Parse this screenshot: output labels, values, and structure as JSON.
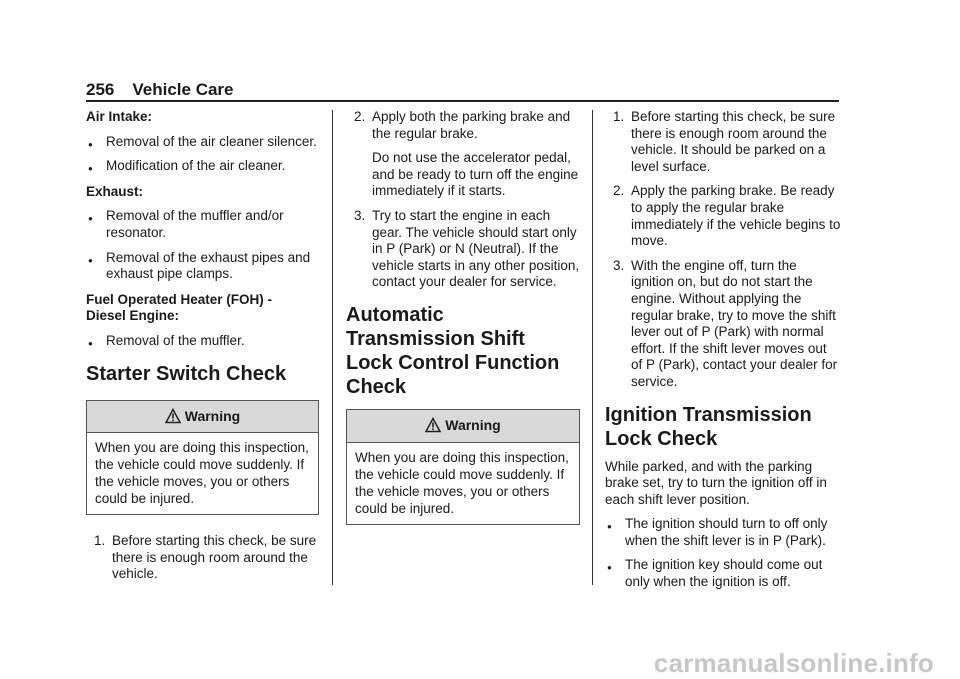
{
  "header": {
    "page_number": "256",
    "section_title": "Vehicle Care"
  },
  "col1": {
    "air_intake_heading": "Air Intake:",
    "air_intake_items": [
      "Removal of the air cleaner silencer.",
      "Modification of the air cleaner."
    ],
    "exhaust_heading": "Exhaust:",
    "exhaust_items": [
      "Removal of the muffler and/or resonator.",
      "Removal of the exhaust pipes and exhaust pipe clamps."
    ],
    "foh_heading": "Fuel Operated Heater (FOH) - Diesel Engine:",
    "foh_items": [
      "Removal of the muffler."
    ],
    "section_title": "Starter Switch Check",
    "warning": {
      "title": "Warning",
      "body": "When you are doing this inspection, the vehicle could move suddenly. If the vehicle moves, you or others could be injured."
    },
    "steps": [
      "Before starting this check, be sure there is enough room around the vehicle."
    ]
  },
  "col2": {
    "steps": [
      {
        "num": "2.",
        "text": "Apply both the parking brake and the regular brake."
      },
      {
        "num": "3.",
        "text": "Try to start the engine in each gear. The vehicle should start only in P (Park) or N (Neutral). If the vehicle starts in any other position, contact your dealer for service."
      }
    ],
    "step2_note": "Do not use the accelerator pedal, and be ready to turn off the engine immediately if it starts.",
    "section_title": "Automatic Transmission Shift Lock Control Function Check",
    "warning": {
      "title": "Warning",
      "body": "When you are doing this inspection, the vehicle could move suddenly. If the vehicle moves, you or others could be injured."
    }
  },
  "col3": {
    "steps": [
      {
        "num": "1.",
        "text": "Before starting this check, be sure there is enough room around the vehicle. It should be parked on a level surface."
      },
      {
        "num": "2.",
        "text": "Apply the parking brake. Be ready to apply the regular brake immediately if the vehicle begins to move."
      },
      {
        "num": "3.",
        "text": "With the engine off, turn the ignition on, but do not start the engine. Without applying the regular brake, try to move the shift lever out of P (Park) with normal effort. If the shift lever moves out of P (Park), contact your dealer for service."
      }
    ],
    "section_title": "Ignition Transmission Lock Check",
    "intro": "While parked, and with the parking brake set, try to turn the ignition off in each shift lever position.",
    "items": [
      "The ignition should turn to off only when the shift lever is in P (Park).",
      "The ignition key should come out only when the ignition is off."
    ]
  },
  "footer": {
    "watermark": "carmanualsonline.info"
  },
  "bullet_glyph": "●",
  "colors": {
    "warning_header_bg": "#d9d9d9",
    "watermark": "#c7c7c7"
  }
}
